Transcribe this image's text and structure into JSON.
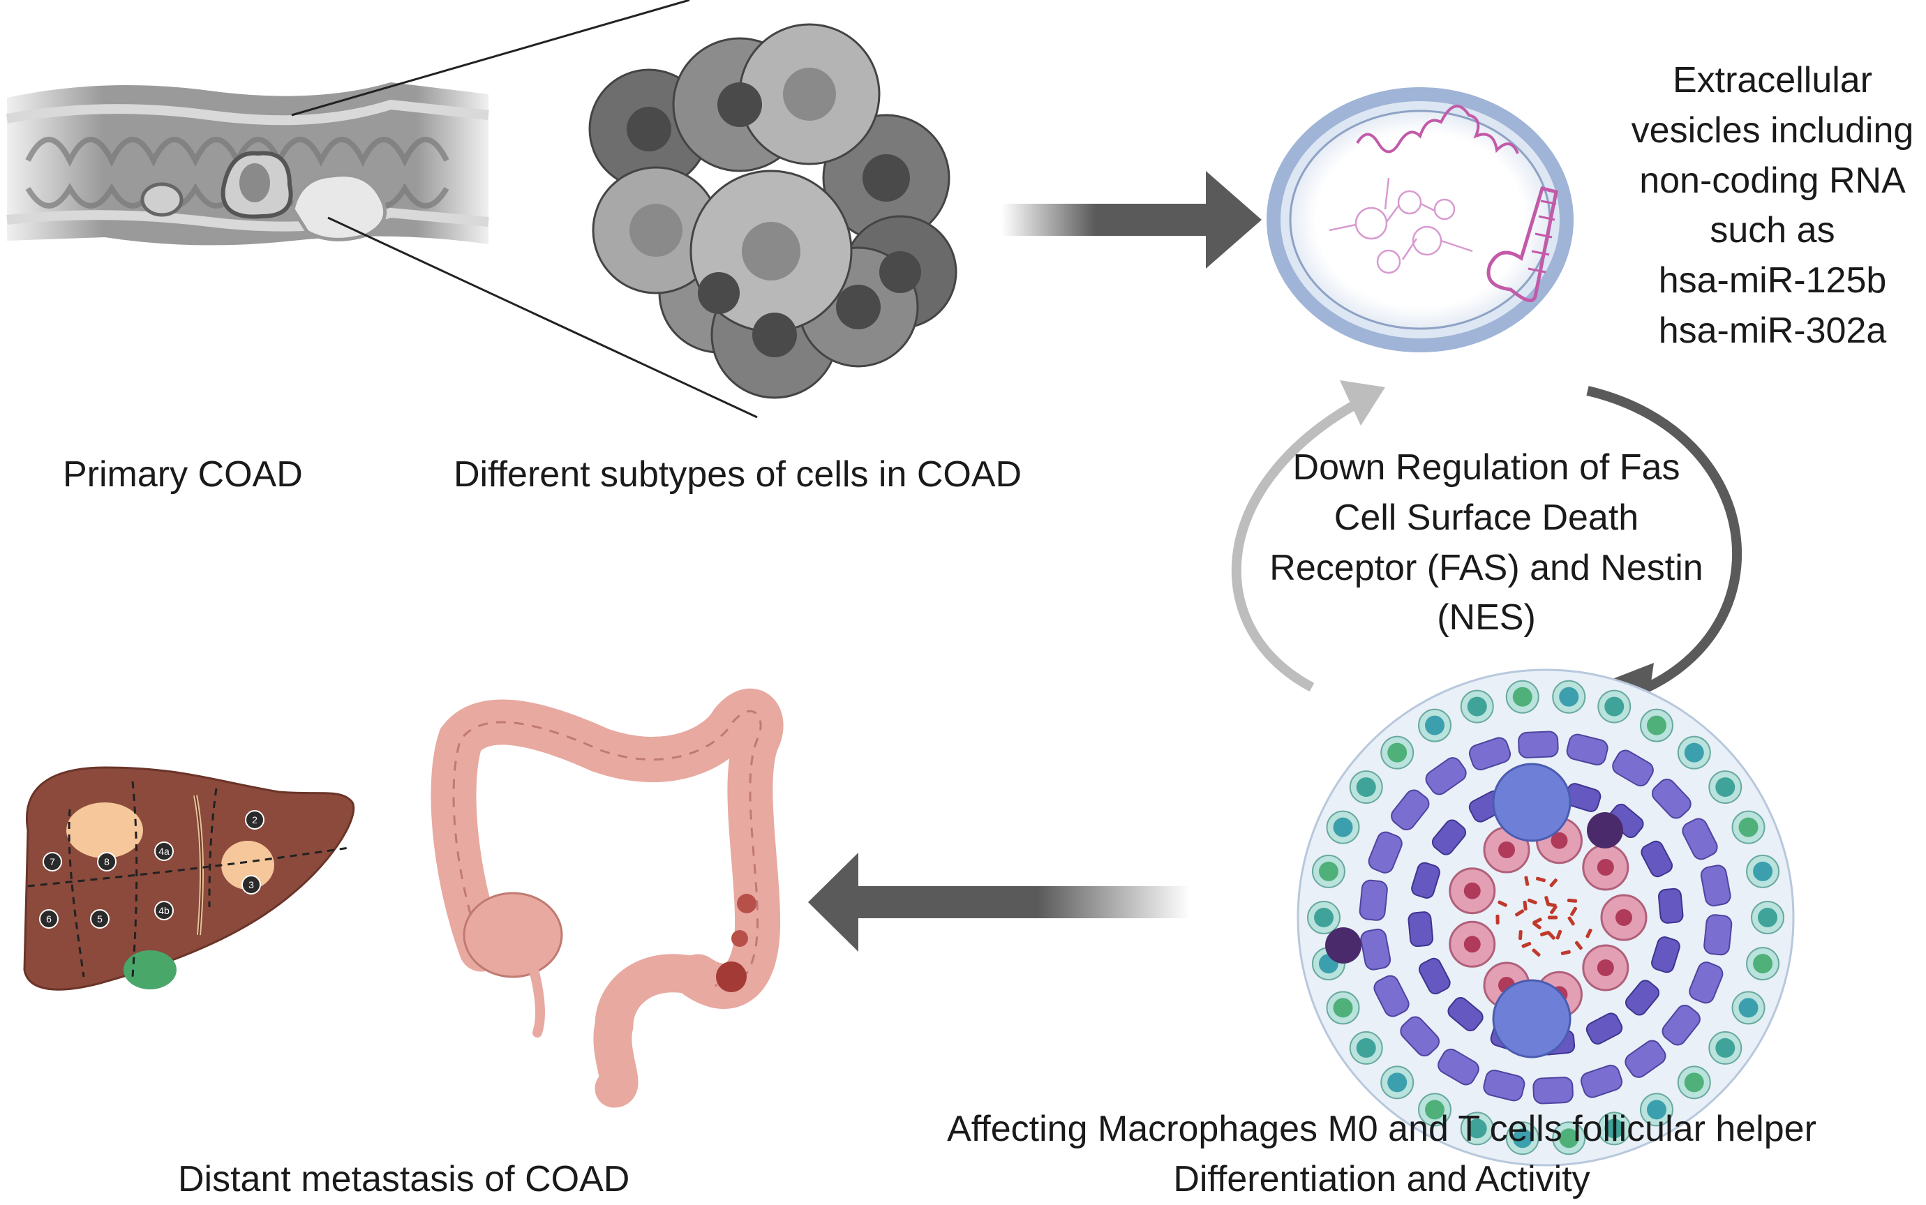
{
  "labels": {
    "primary": "Primary COAD",
    "subtypes": "Different subtypes of cells in COAD",
    "ev": [
      "Extracellular",
      "vesicles including",
      "non-coding RNA",
      "such as",
      "hsa-miR-125b",
      "hsa-miR-302a"
    ],
    "downreg": [
      "Down Regulation of  Fas",
      "Cell Surface Death",
      "Receptor (FAS) and Nestin",
      "(NES)"
    ],
    "affecting": [
      "Affecting Macrophages M0 and T cells follicular helper",
      "Differentiation and Activity"
    ],
    "distant": "Distant metastasis of COAD",
    "liver_segments": [
      "2",
      "3",
      "4a",
      "4b",
      "5",
      "6",
      "7",
      "8"
    ]
  },
  "colors": {
    "arrow_dark": "#5a5a5a",
    "arrow_light": "#bdbdbd",
    "vesicle_ring": "#9fb4d6",
    "rna": "#c25aa8",
    "liver": "#8b4a3c",
    "colon": "#e8a9a0",
    "tumor": "#f5c79a"
  }
}
